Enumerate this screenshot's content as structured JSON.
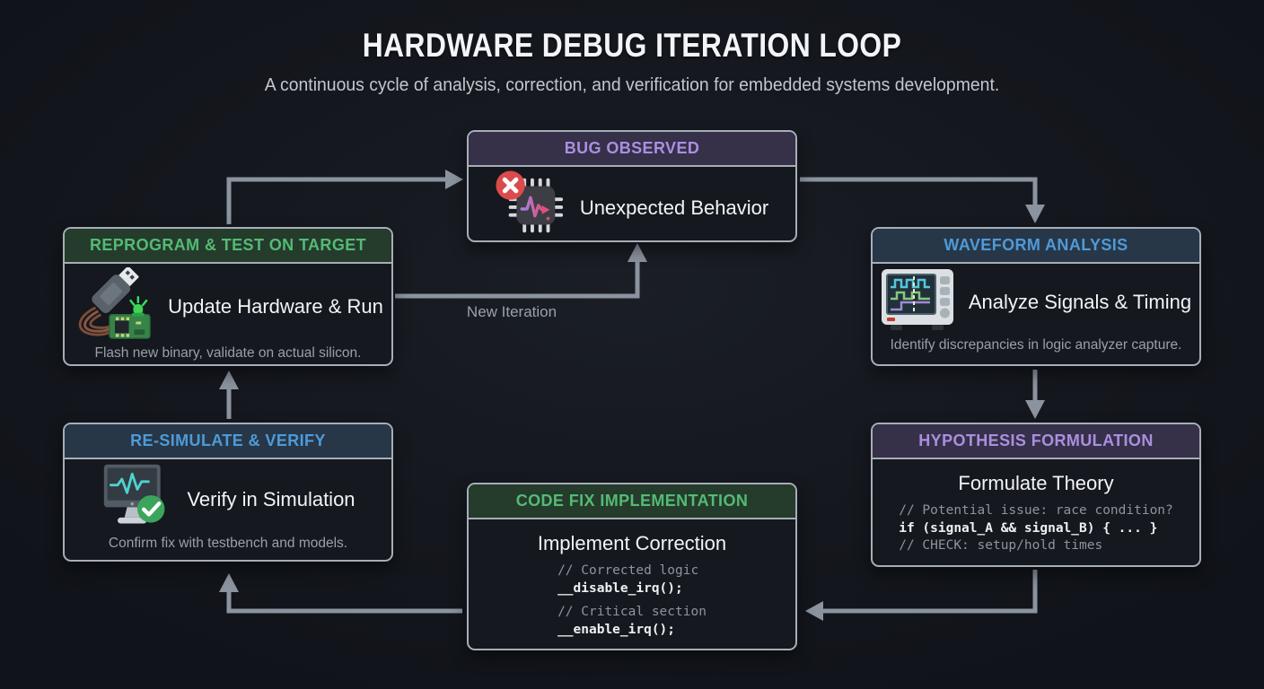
{
  "page": {
    "title": "HARDWARE DEBUG ITERATION LOOP",
    "subtitle": "A continuous cycle of analysis, correction, and verification for embedded systems development."
  },
  "colors": {
    "background": "#14171d",
    "box_background": "#15181e",
    "box_border": "#a6aeb8",
    "purple_header_bg": "#363049",
    "purple_header_text": "#aa8fe0",
    "blue_header_bg": "#273748",
    "blue_header_text": "#4f9ad8",
    "green_header_bg": "#253b2c",
    "green_header_text": "#53bb74",
    "arrow": "#8b939e",
    "title_text": "#f2f4f6",
    "muted_text": "#99a0a8",
    "error_badge": "#dc4b4b",
    "success_badge": "#3ba65b"
  },
  "nodes": {
    "bug_observed": {
      "header": "BUG OBSERVED",
      "accent": "purple",
      "icon": "chip-error",
      "title": "Unexpected Behavior"
    },
    "waveform_analysis": {
      "header": "WAVEFORM ANALYSIS",
      "accent": "blue",
      "icon": "oscilloscope",
      "title": "Analyze Signals & Timing",
      "description": "Identify discrepancies in logic analyzer capture."
    },
    "hypothesis_formulation": {
      "header": "HYPOTHESIS FORMULATION",
      "accent": "purple",
      "title": "Formulate Theory",
      "code": [
        "// Potential issue: race condition?",
        "if (signal_A && signal_B) { ... }",
        "// CHECK: setup/hold times"
      ]
    },
    "code_fix": {
      "header": "CODE FIX IMPLEMENTATION",
      "accent": "green",
      "title": "Implement Correction",
      "code": [
        "// Corrected logic",
        "__disable_irq();",
        "// Critical section",
        "__enable_irq();"
      ]
    },
    "resimulate": {
      "header": "RE-SIMULATE & VERIFY",
      "accent": "blue",
      "icon": "monitor-check",
      "title": "Verify in Simulation",
      "description": "Confirm fix with testbench and models."
    },
    "reprogram": {
      "header": "REPROGRAM & TEST ON TARGET",
      "accent": "green",
      "icon": "usb-programmer",
      "title": "Update Hardware & Run",
      "description": "Flash new binary, validate on actual silicon."
    }
  },
  "arrows": [
    {
      "from": "reprogram",
      "to": "bug_observed",
      "label": ""
    },
    {
      "from": "bug_observed",
      "to": "waveform_analysis",
      "label": ""
    },
    {
      "from": "waveform_analysis",
      "to": "hypothesis_formulation",
      "label": ""
    },
    {
      "from": "hypothesis_formulation",
      "to": "code_fix",
      "label": ""
    },
    {
      "from": "code_fix",
      "to": "resimulate",
      "label": ""
    },
    {
      "from": "resimulate",
      "to": "reprogram",
      "label": ""
    },
    {
      "from": "reprogram",
      "to": "bug_observed",
      "label": "New Iteration"
    }
  ]
}
